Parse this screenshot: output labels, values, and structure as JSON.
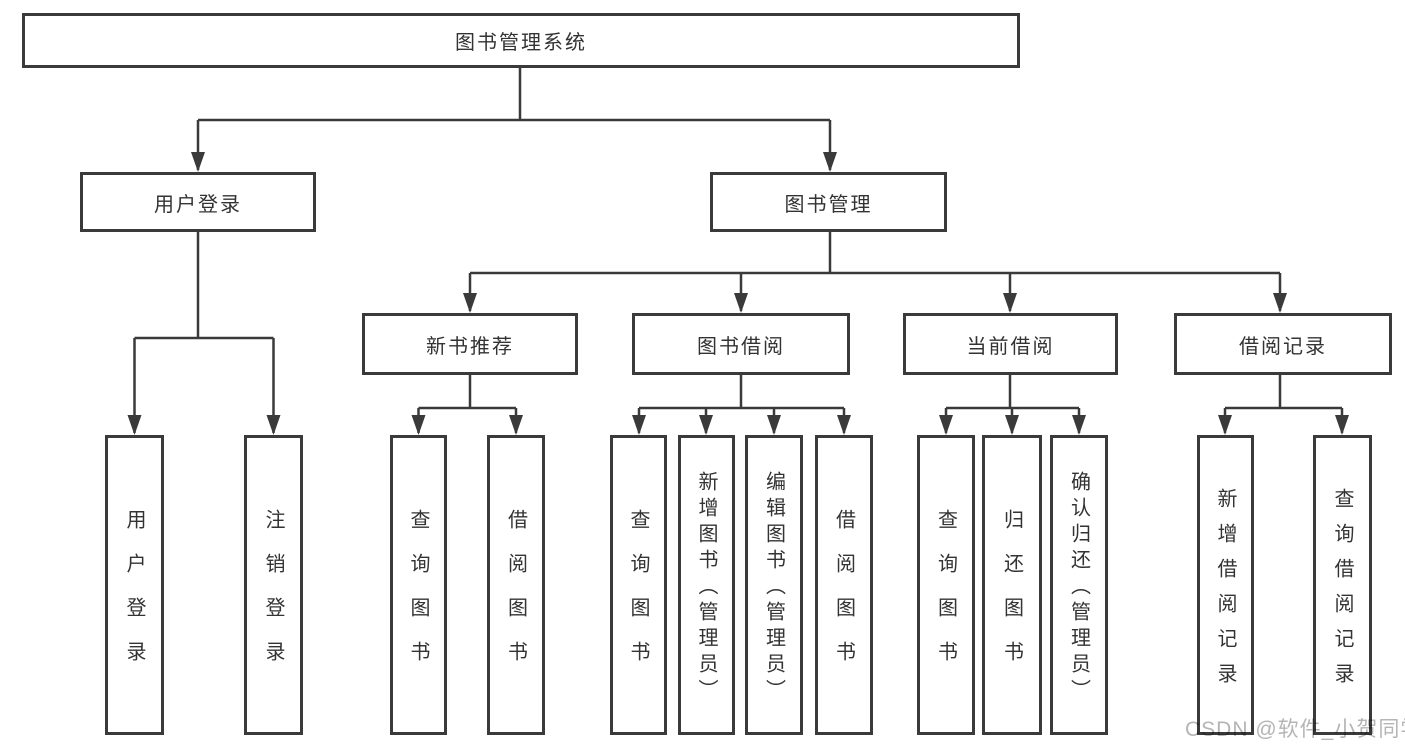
{
  "diagram": {
    "root": {
      "label": "图书管理系统"
    },
    "level2": {
      "user_login": {
        "label": "用户登录"
      },
      "book_management": {
        "label": "图书管理"
      }
    },
    "level3": {
      "new_book_recommend": {
        "label": "新书推荐"
      },
      "book_borrow": {
        "label": "图书借阅"
      },
      "current_borrow": {
        "label": "当前借阅"
      },
      "borrow_records": {
        "label": "借阅记录"
      }
    },
    "leaves": {
      "user_login": [
        "用户登录",
        "注销登录"
      ],
      "new_book_recommend": [
        "查询图书",
        "借阅图书"
      ],
      "book_borrow": [
        "查询图书",
        "新增图书（管理员）",
        "编辑图书（管理员）",
        "借阅图书"
      ],
      "current_borrow": [
        "查询图书",
        "归还图书",
        "确认归还（管理员）"
      ],
      "borrow_records": [
        "新增借阅记录",
        "查询借阅记录"
      ]
    }
  },
  "watermark": {
    "text": "CSDN @软件_小贺同学",
    "color": "#b5b5b5"
  },
  "colors": {
    "line": "#3a3a3a",
    "text": "#333333",
    "background": "#ffffff"
  }
}
